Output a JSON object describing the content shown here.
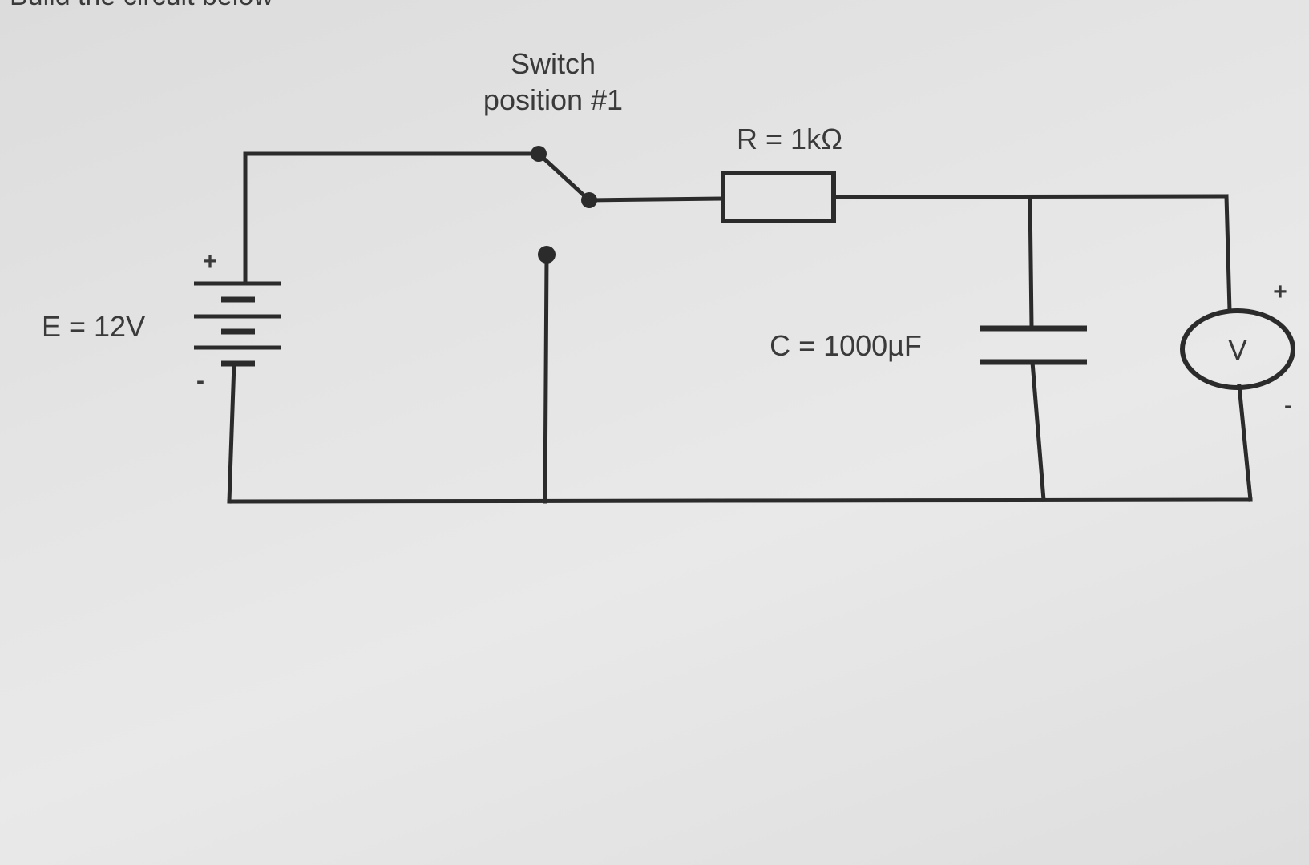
{
  "header": {
    "partial_text": "Build the circuit below"
  },
  "circuit": {
    "switch_label_line1": "Switch",
    "switch_label_line2": "position #1",
    "resistor_label": "R = 1kΩ",
    "capacitor_label": "C = 1000µF",
    "battery_label": "E = 12V",
    "battery_plus": "+",
    "battery_minus": "-",
    "voltmeter_symbol": "V",
    "voltmeter_plus": "+",
    "voltmeter_minus": "-"
  },
  "colors": {
    "ink": "#2b2b2b",
    "paper": "#e4e4e4"
  }
}
